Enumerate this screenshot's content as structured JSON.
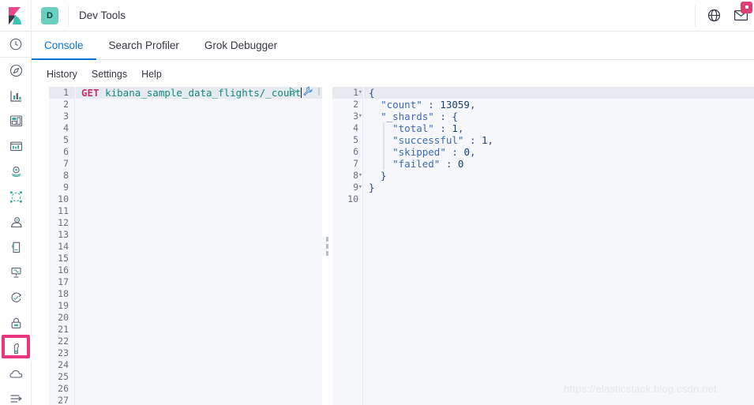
{
  "header": {
    "logo_name": "kibana-logo",
    "app_badge": "D",
    "title": "Dev Tools",
    "help_icon": "globe-help-icon",
    "news_icon": "mail-envelope-icon",
    "notification_badge": "",
    "accent_pink": "#dd3f72",
    "accent_teal": "#6bcfc0"
  },
  "sidebar": {
    "items": [
      {
        "name": "recently-viewed-icon",
        "label": "Recently viewed"
      },
      {
        "name": "discover-compass-icon",
        "label": "Discover"
      },
      {
        "name": "visualize-chart-icon",
        "label": "Visualize"
      },
      {
        "name": "dashboard-icon",
        "label": "Dashboard"
      },
      {
        "name": "canvas-icon",
        "label": "Canvas"
      },
      {
        "name": "maps-icon",
        "label": "Maps"
      },
      {
        "name": "machine-learning-icon",
        "label": "Machine Learning"
      },
      {
        "name": "infrastructure-user-icon",
        "label": "Infrastructure"
      },
      {
        "name": "logs-icon",
        "label": "Logs"
      },
      {
        "name": "apm-icon",
        "label": "APM"
      },
      {
        "name": "uptime-icon",
        "label": "Uptime"
      },
      {
        "name": "siem-lock-icon",
        "label": "SIEM"
      },
      {
        "name": "dev-tools-wrench-icon",
        "label": "Dev Tools"
      },
      {
        "name": "monitoring-cloud-icon",
        "label": "Stack Monitoring"
      },
      {
        "name": "collapse-arrow-icon",
        "label": "Collapse"
      }
    ],
    "active_index": 12,
    "highlight_color": "#e8377f"
  },
  "tabs": {
    "items": [
      {
        "label": "Console",
        "active": true
      },
      {
        "label": "Search Profiler",
        "active": false
      },
      {
        "label": "Grok Debugger",
        "active": false
      }
    ],
    "active_color": "#0b72d4"
  },
  "submenu": {
    "items": [
      "History",
      "Settings",
      "Help"
    ]
  },
  "editor": {
    "request_method": "GET",
    "request_path": " kibana_sample_data_flights/_count",
    "total_lines": 27,
    "active_line": 1,
    "actions": {
      "play": "play-request-icon",
      "wrench": "request-options-wrench-icon",
      "more": "more-actions-icon"
    }
  },
  "output": {
    "active_line": 1,
    "total_lines": 10,
    "lines": [
      {
        "num": "1",
        "fold": "▾",
        "indent": 0,
        "text": "{"
      },
      {
        "num": "2",
        "fold": "",
        "indent": 1,
        "text": "\"count\" : 13059,"
      },
      {
        "num": "3",
        "fold": "▾",
        "indent": 1,
        "text": "\"_shards\" : {"
      },
      {
        "num": "4",
        "fold": "",
        "indent": 2,
        "text": "\"total\" : 1,"
      },
      {
        "num": "5",
        "fold": "",
        "indent": 2,
        "text": "\"successful\" : 1,"
      },
      {
        "num": "6",
        "fold": "",
        "indent": 2,
        "text": "\"skipped\" : 0,"
      },
      {
        "num": "7",
        "fold": "",
        "indent": 2,
        "text": "\"failed\" : 0"
      },
      {
        "num": "8",
        "fold": "▾",
        "indent": 1,
        "text": "}"
      },
      {
        "num": "9",
        "fold": "▾",
        "indent": 0,
        "text": "}"
      },
      {
        "num": "10",
        "fold": "",
        "indent": 0,
        "text": ""
      }
    ],
    "values": {
      "count": 13059,
      "shards_total": 1,
      "shards_successful": 1,
      "shards_skipped": 0,
      "shards_failed": 0
    }
  },
  "watermark": "https://elasticstack.blog.csdn.net"
}
